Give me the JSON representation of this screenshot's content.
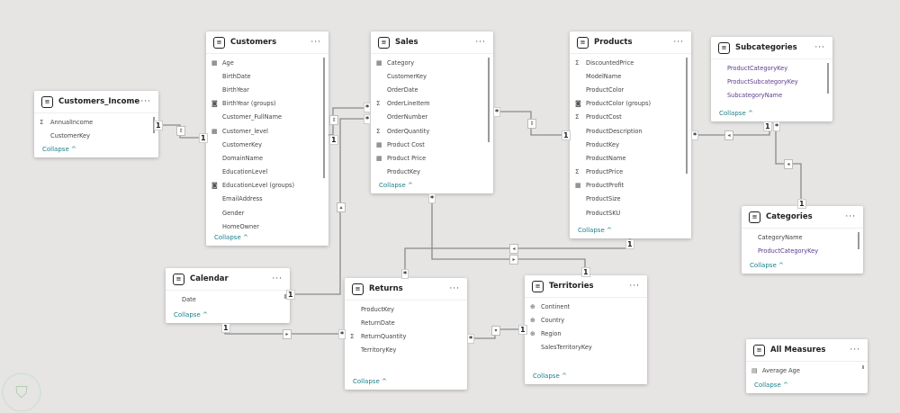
{
  "tables": {
    "customers_income": {
      "title": "Customers_Income",
      "fields": [
        {
          "icon": "Σ",
          "name": "AnnualIncome"
        },
        {
          "icon": "",
          "name": "CustomerKey"
        }
      ]
    },
    "customers": {
      "title": "Customers",
      "fields": [
        {
          "icon": "▦",
          "name": "Age"
        },
        {
          "icon": "",
          "name": "BirthDate"
        },
        {
          "icon": "",
          "name": "BirthYear"
        },
        {
          "icon": "◙",
          "name": "BirthYear (groups)"
        },
        {
          "icon": "",
          "name": "Customer_FullName"
        },
        {
          "icon": "▦",
          "name": "Customer_level"
        },
        {
          "icon": "",
          "name": "CustomerKey"
        },
        {
          "icon": "",
          "name": "DomainName"
        },
        {
          "icon": "",
          "name": "EducationLevel"
        },
        {
          "icon": "◙",
          "name": "EducationLevel (groups)"
        },
        {
          "icon": "",
          "name": "EmailAddress"
        },
        {
          "icon": "",
          "name": "Gender"
        },
        {
          "icon": "",
          "name": "HomeOwner"
        }
      ]
    },
    "sales": {
      "title": "Sales",
      "fields": [
        {
          "icon": "▦",
          "name": "Category"
        },
        {
          "icon": "",
          "name": "CustomerKey"
        },
        {
          "icon": "",
          "name": "OrderDate"
        },
        {
          "icon": "Σ",
          "name": "OrderLineItem"
        },
        {
          "icon": "",
          "name": "OrderNumber"
        },
        {
          "icon": "Σ",
          "name": "OrderQuantity"
        },
        {
          "icon": "▦",
          "name": "Product Cost"
        },
        {
          "icon": "▦",
          "name": "Product Price"
        },
        {
          "icon": "",
          "name": "ProductKey"
        }
      ]
    },
    "products": {
      "title": "Products",
      "fields": [
        {
          "icon": "Σ",
          "name": "DiscountedPrice"
        },
        {
          "icon": "",
          "name": "ModelName"
        },
        {
          "icon": "",
          "name": "ProductColor"
        },
        {
          "icon": "◙",
          "name": "ProductColor (groups)"
        },
        {
          "icon": "Σ",
          "name": "ProductCost"
        },
        {
          "icon": "",
          "name": "ProductDescription"
        },
        {
          "icon": "",
          "name": "ProductKey"
        },
        {
          "icon": "",
          "name": "ProductName"
        },
        {
          "icon": "Σ",
          "name": "ProductPrice"
        },
        {
          "icon": "▦",
          "name": "ProductProfit"
        },
        {
          "icon": "",
          "name": "ProductSize"
        },
        {
          "icon": "",
          "name": "ProductSKU"
        }
      ]
    },
    "subcategories": {
      "title": "Subcategories",
      "fields": [
        {
          "icon": "",
          "name": "ProductCategoryKey"
        },
        {
          "icon": "",
          "name": "ProductSubcategoryKey"
        },
        {
          "icon": "",
          "name": "SubcategoryName"
        }
      ]
    },
    "categories": {
      "title": "Categories",
      "fields": [
        {
          "icon": "",
          "name": "CategoryName"
        },
        {
          "icon": "",
          "name": "ProductCategoryKey"
        }
      ]
    },
    "calendar": {
      "title": "Calendar",
      "fields": [
        {
          "icon": "",
          "name": "Date"
        }
      ]
    },
    "returns": {
      "title": "Returns",
      "fields": [
        {
          "icon": "",
          "name": "ProductKey"
        },
        {
          "icon": "",
          "name": "ReturnDate"
        },
        {
          "icon": "Σ",
          "name": "ReturnQuantity"
        },
        {
          "icon": "",
          "name": "TerritoryKey"
        }
      ]
    },
    "territories": {
      "title": "Territories",
      "fields": [
        {
          "icon": "⊕",
          "name": "Continent"
        },
        {
          "icon": "⊕",
          "name": "Country"
        },
        {
          "icon": "⊕",
          "name": "Region"
        },
        {
          "icon": "",
          "name": "SalesTerritoryKey"
        }
      ]
    },
    "all_measures": {
      "title": "All Measures",
      "fields": [
        {
          "icon": "▤",
          "name": "Average Age"
        }
      ]
    }
  },
  "collapse_label": "Collapse ^",
  "more_label": "···",
  "one": "1",
  "many": "*"
}
